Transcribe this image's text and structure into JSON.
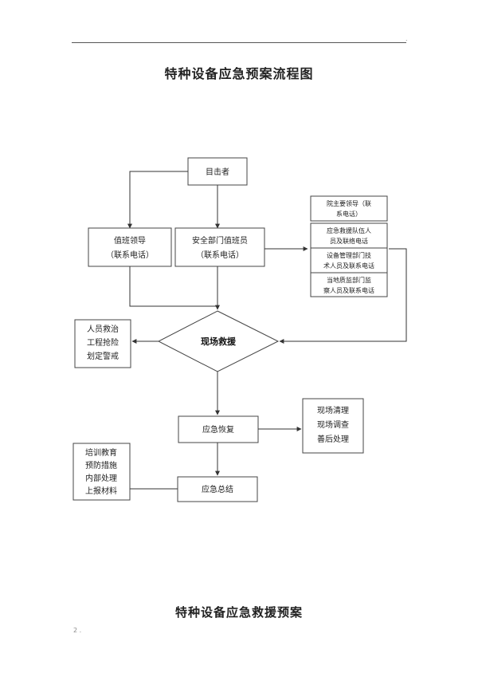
{
  "page": {
    "corner_mark": ".",
    "title": "特种设备应急预案流程图",
    "section_title": "特种设备应急救援预案",
    "footer_mark": "2 ."
  },
  "diagram": {
    "witness": "目击者",
    "duty_leader": [
      "值班领导",
      "（联系电话）"
    ],
    "safety_duty": [
      "安全部门值班员",
      "（联系电话）"
    ],
    "contacts": [
      [
        "院主要领导（联",
        "系电话）"
      ],
      [
        "应急救援队伍人",
        "员及联络电话"
      ],
      [
        "设备管理部门技",
        "术人员及联系电话"
      ],
      [
        "当地质监部门监",
        "察人员及联系电话"
      ]
    ],
    "onsite_rescue": "现场救援",
    "left_actions": [
      "人员救治",
      "工程抢险",
      "划定警戒"
    ],
    "recovery": "应急恢复",
    "right_actions": [
      "现场清理",
      "现场调查",
      "善后处理"
    ],
    "summary": "应急总结",
    "summary_actions": [
      "培训教育",
      "预防措施",
      "内部处理",
      "上报材料"
    ]
  }
}
